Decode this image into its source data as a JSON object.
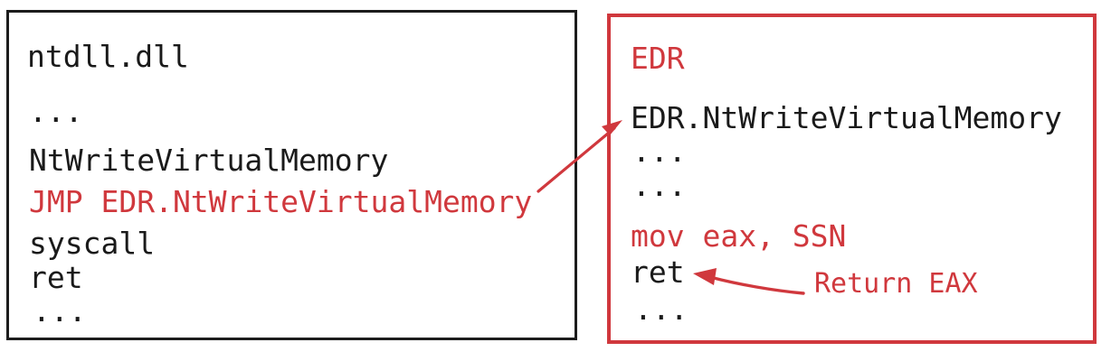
{
  "diagram": {
    "title_semantic": "EDR userland hook and syscall stub diagram",
    "colors": {
      "accent_red": "#d0383d",
      "text_black": "#1a1a1a",
      "background": "#ffffff"
    }
  },
  "left_box": {
    "name": "ntdll-box",
    "border_color": "#1c1c1c",
    "heading": "ntdll.dll",
    "lines": [
      {
        "text": "...",
        "color": "black"
      },
      {
        "text": "NtWriteVirtualMemory",
        "color": "black"
      },
      {
        "text": "JMP EDR.NtWriteVirtualMemory",
        "color": "red"
      },
      {
        "text": "syscall",
        "color": "black"
      },
      {
        "text": "ret",
        "color": "black"
      },
      {
        "text": "...",
        "color": "black"
      }
    ]
  },
  "right_box": {
    "name": "edr-box",
    "border_color": "#d0383d",
    "heading": "EDR",
    "lines": [
      {
        "text": "EDR.NtWriteVirtualMemory",
        "color": "black"
      },
      {
        "text": "...",
        "color": "black"
      },
      {
        "text": "...",
        "color": "black"
      },
      {
        "text": "mov eax, SSN",
        "color": "red"
      },
      {
        "text": "ret",
        "color": "black"
      },
      {
        "text": "...",
        "color": "black"
      }
    ]
  },
  "annotations": {
    "return_eax_label": "Return EAX"
  },
  "arrows": [
    {
      "name": "jmp-to-edr-arrow",
      "from": "JMP EDR.NtWriteVirtualMemory",
      "to": "EDR.NtWriteVirtualMemory",
      "color": "#d0383d"
    },
    {
      "name": "return-eax-arrow",
      "from": "Return EAX",
      "to": "ret",
      "color": "#d0383d"
    }
  ]
}
